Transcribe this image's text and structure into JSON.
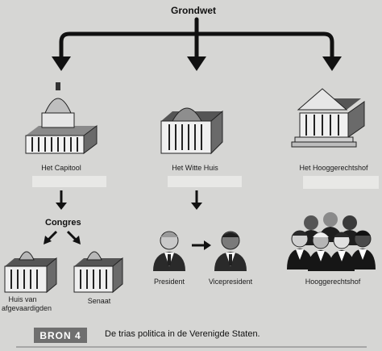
{
  "title": "Grondwet",
  "branches": {
    "capitol": "Het Capitool",
    "white_house": "Het Witte Huis",
    "supreme_court_building": "Het Hooggerechtshof"
  },
  "congress": {
    "label": "Congres",
    "house": [
      "Huis van",
      "afgevaardigden"
    ],
    "senate": "Senaat"
  },
  "executive": {
    "president": "President",
    "vice_president": "Vicepresident"
  },
  "judiciary": {
    "label": "Hooggerechtshof"
  },
  "source": {
    "badge": "BRON 4",
    "caption": "De trias politica in de Verenigde Staten."
  }
}
